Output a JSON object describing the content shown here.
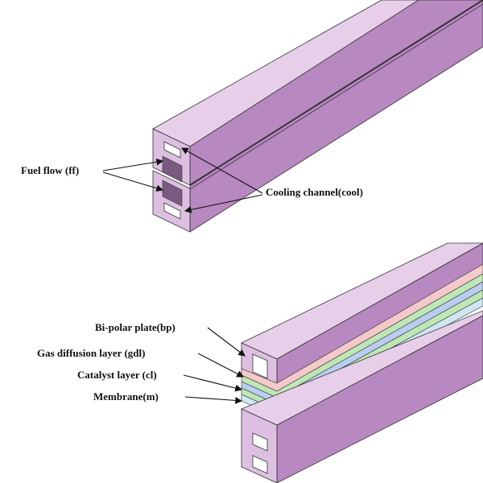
{
  "top_diagram": {
    "labels": {
      "fuel_flow": "Fuel flow (ff)",
      "cooling_channel": "Cooling channel(cool)"
    }
  },
  "bottom_diagram": {
    "labels": {
      "bipolar_plate": "Bi-polar plate(bp)",
      "gas_diffusion_layer": "Gas diffusion layer (gdl)",
      "catalyst_layer": "Catalyst layer (cl)",
      "membrane": "Membrane(m)"
    },
    "layer_colors": {
      "bipolar_plate": "#dcbfe1",
      "gas_diffusion_layer": "#f3c9c9",
      "catalyst_layer": "#bfe6b5",
      "membrane": "#b9cdf0"
    }
  }
}
